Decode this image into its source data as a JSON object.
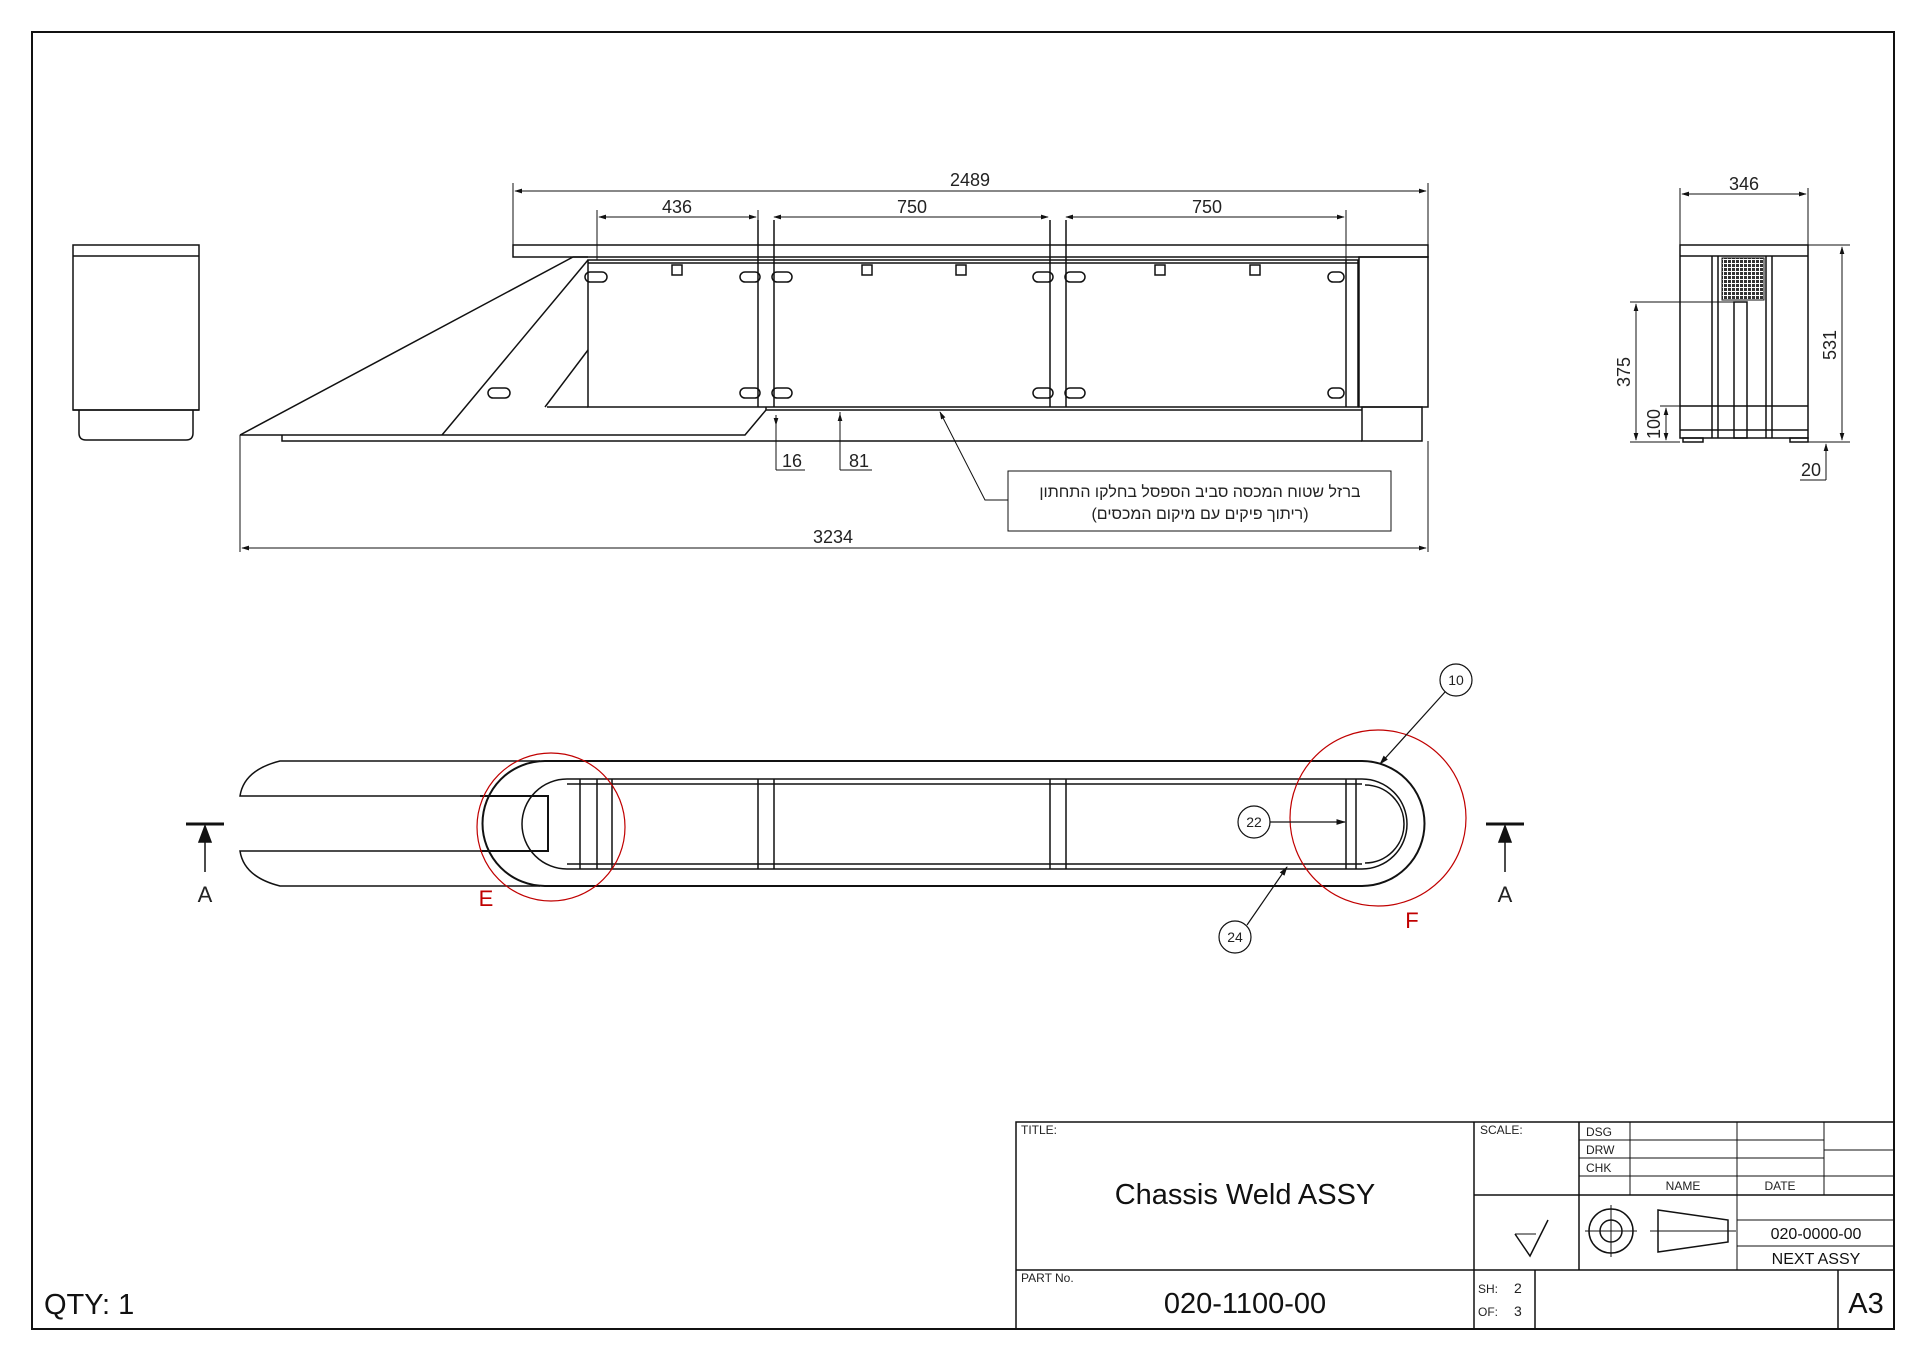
{
  "qty": "QTY: 1",
  "title_block": {
    "title_label": "TITLE:",
    "title": "Chassis Weld ASSY",
    "scale_label": "SCALE:",
    "part_label": "PART No.",
    "part_number": "020-1100-00",
    "dsg": "DSG",
    "drw": "DRW",
    "chk": "CHK",
    "name_col": "NAME",
    "date_col": "DATE",
    "next_assy_number": "020-0000-00",
    "next_assy_label": "NEXT ASSY",
    "sh_label": "SH:",
    "sh_value": "2",
    "of_label": "OF:",
    "of_value": "3",
    "size": "A3"
  },
  "side_view": {
    "dim_2489": "2489",
    "dim_436": "436",
    "dim_750a": "750",
    "dim_750b": "750",
    "dim_16": "16",
    "dim_81": "81",
    "dim_3234": "3234",
    "note_line1": "ברזל שטוח המכסה סביב הספסל בחלקו התחתון",
    "note_line2": "(ריתוך פיקים עם מיקום המכסים)"
  },
  "end_view": {
    "dim_346": "346",
    "dim_531": "531",
    "dim_375": "375",
    "dim_100": "100",
    "dim_20": "20"
  },
  "plan_view": {
    "balloon_10": "10",
    "balloon_22": "22",
    "balloon_24": "24",
    "detail_e": "E",
    "detail_f": "F",
    "section_left": "A",
    "section_right": "A"
  },
  "colors": {
    "line": "#111111",
    "detail": "#c00000"
  }
}
